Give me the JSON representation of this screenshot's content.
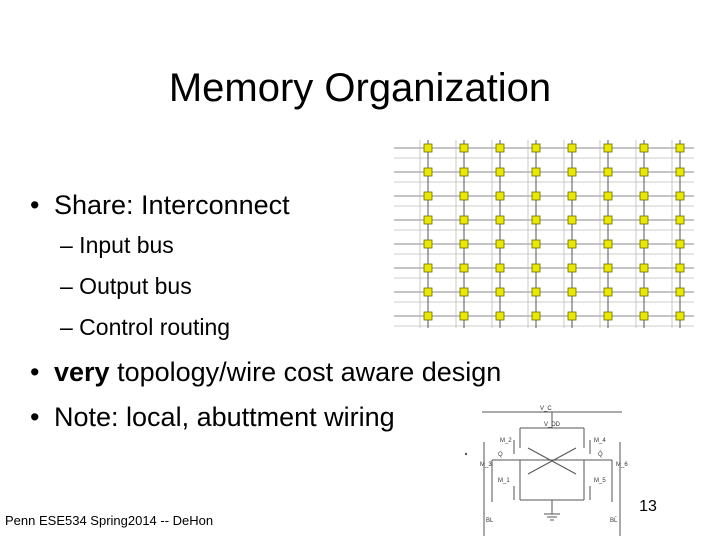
{
  "slide": {
    "title": "Memory Organization",
    "bullets": {
      "share": "Share:  Interconnect",
      "sub": [
        "– Input bus",
        "– Output bus",
        "– Control routing"
      ],
      "topology_bold": "very",
      "topology_rest": " topology/wire cost aware design",
      "note": "Note: local, abuttment wiring"
    },
    "footer": "Penn ESE534 Spring2014 -- DeHon",
    "page_number": "13"
  },
  "bullet_glyph": "•",
  "colors": {
    "cell_fill": "#e8e800",
    "cell_stroke": "#6b6b00",
    "grid_line": "#888888",
    "wire": "#555555"
  },
  "figures": {
    "memory_grid": {
      "rows": 8,
      "cols": 8
    },
    "cell_circuit": {
      "labels": [
        "V_C",
        "V_DD",
        "M_2",
        "M_4",
        "Q",
        "Q̄",
        "M_3",
        "M_6",
        "M_1",
        "M_5",
        "BL",
        "BL̄"
      ]
    }
  }
}
